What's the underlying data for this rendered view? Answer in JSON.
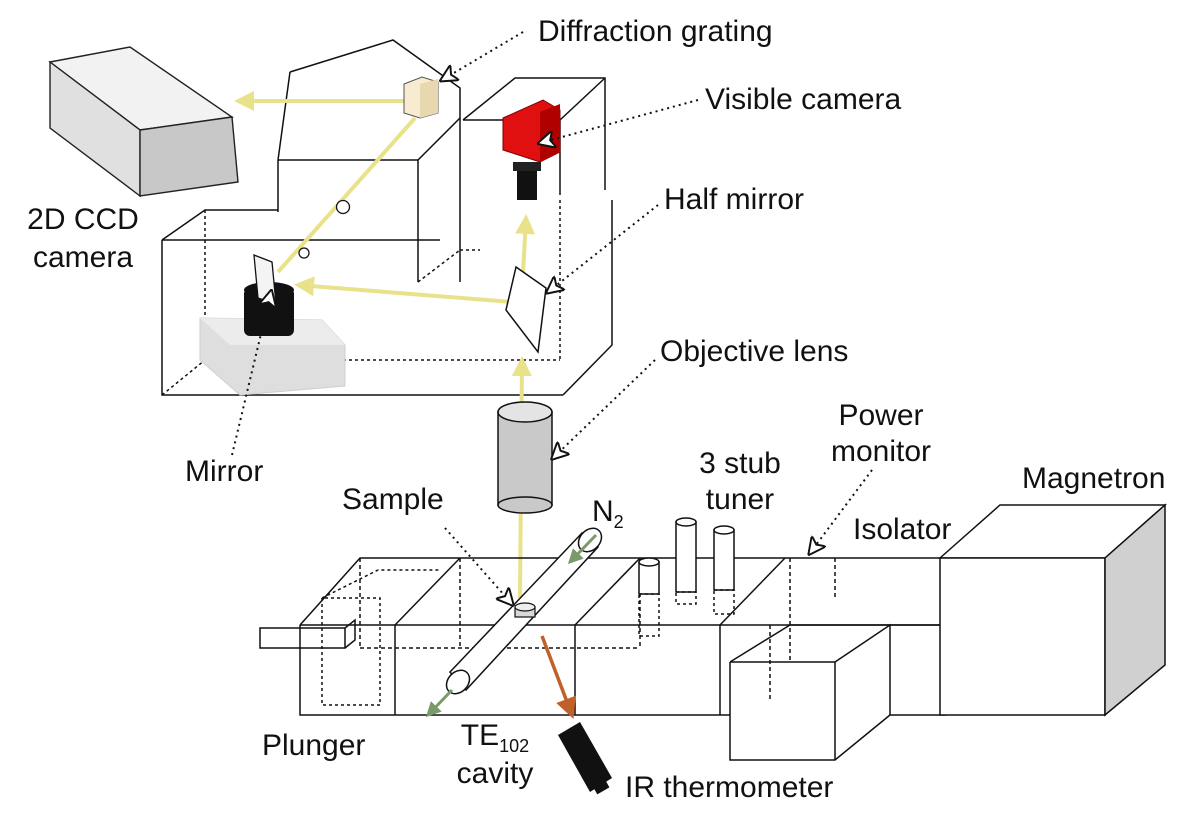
{
  "labels": {
    "diffraction_grating": "Diffraction grating",
    "visible_camera": "Visible camera",
    "ccd_line1": "2D CCD",
    "ccd_line2": "camera",
    "half_mirror": "Half mirror",
    "objective_lens": "Objective lens",
    "mirror": "Mirror",
    "power_line1": "Power",
    "power_line2": "monitor",
    "stub_line1": "3 stub",
    "stub_line2": "tuner",
    "magnetron": "Magnetron",
    "sample": "Sample",
    "n2_main": "N",
    "n2_sub": "2",
    "isolator": "Isolator",
    "plunger": "Plunger",
    "te_main": "TE",
    "te_sub": "102",
    "cavity": "cavity",
    "ir_thermometer": "IR thermometer"
  },
  "colors": {
    "beam": "#e9e28a",
    "visible_camera": "#e01010",
    "ir_arrow": "#c0602a",
    "n2_arrow": "#7a9a6a",
    "lens_fill": "#c9c9c9",
    "box_fill": "#d8d8d8",
    "outline": "#111111"
  }
}
